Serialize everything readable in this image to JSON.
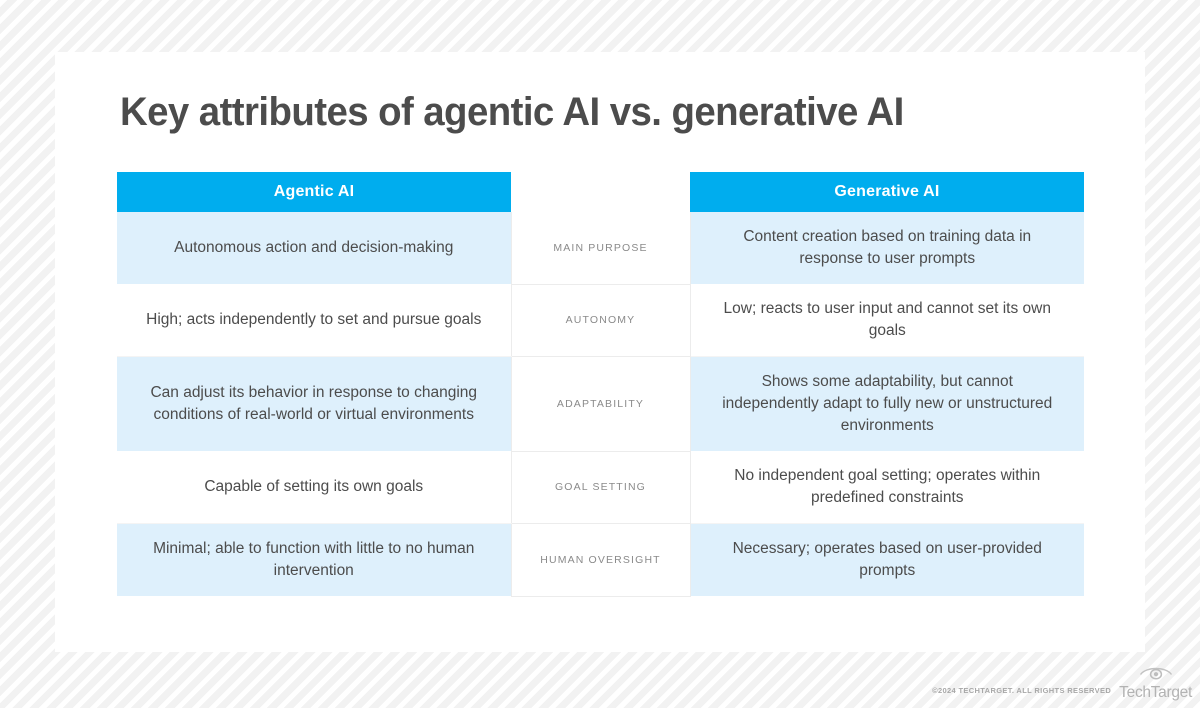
{
  "page": {
    "title": "Key attributes of agentic AI vs. generative AI",
    "accent_color": "#00ADEE",
    "row_shade_color": "#DEF0FC",
    "title_color": "#4c4c4c"
  },
  "table": {
    "headers": {
      "left": "Agentic AI",
      "middle": "",
      "right": "Generative AI"
    },
    "rows": [
      {
        "attribute": "MAIN PURPOSE",
        "agentic": "Autonomous action and decision-making",
        "generative": "Content creation based on training data in response to user prompts",
        "shaded": true
      },
      {
        "attribute": "AUTONOMY",
        "agentic": "High; acts independently to set and pursue goals",
        "generative": "Low; reacts to user input and cannot set its own goals",
        "shaded": false
      },
      {
        "attribute": "ADAPTABILITY",
        "agentic": "Can adjust its behavior in response to changing conditions of real-world or virtual environments",
        "generative": "Shows some adaptability, but cannot independently adapt to fully new or unstructured environments",
        "shaded": true
      },
      {
        "attribute": "GOAL SETTING",
        "agentic": "Capable of setting its own goals",
        "generative": "No independent goal setting; operates within predefined constraints",
        "shaded": false
      },
      {
        "attribute": "HUMAN OVERSIGHT",
        "agentic": "Minimal; able to function with little to no human intervention",
        "generative": "Necessary; operates based on user-provided prompts",
        "shaded": true
      }
    ]
  },
  "footer": {
    "copyright": "©2024 TECHTARGET. ALL RIGHTS RESERVED",
    "brand": "TechTarget"
  }
}
